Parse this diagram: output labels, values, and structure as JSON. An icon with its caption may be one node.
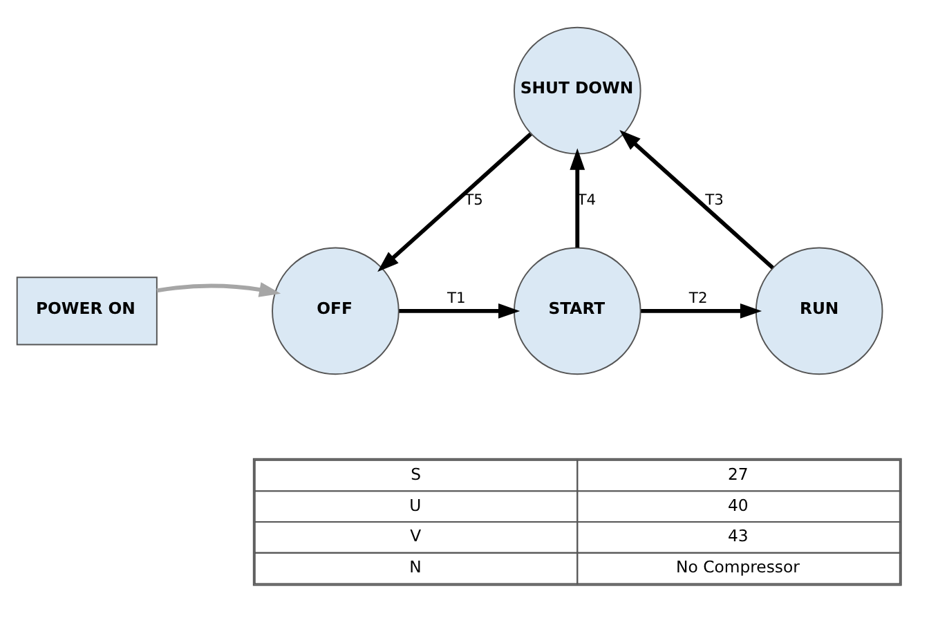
{
  "diagram": {
    "nodes": [
      {
        "text": [
          "SHUT DOWN"
        ]
      },
      {
        "text": [
          "POWER ON"
        ]
      },
      {
        "text": [
          "OFF"
        ]
      },
      {
        "text": [
          "START"
        ]
      },
      {
        "text": [
          "RUN"
        ]
      }
    ],
    "edges": [
      {
        "from": 1,
        "to": 2,
        "arrow": "to",
        "color": "#a6a6a6"
      },
      {
        "from": 2,
        "to": 3,
        "arrow": "to",
        "label": "T1"
      },
      {
        "from": 3,
        "to": 4,
        "arrow": "to",
        "label": "T2"
      },
      {
        "from": 4,
        "to": 0,
        "arrow": "to",
        "label": "T3"
      },
      {
        "from": 3,
        "to": 0,
        "arrow": "to",
        "label": "T4"
      },
      {
        "from": 0,
        "to": 2,
        "arrow": "to",
        "label": "T5"
      }
    ],
    "labels": [
      "S",
      "27",
      "U",
      "40",
      "V",
      "43",
      "N",
      "No Compressor"
    ]
  }
}
